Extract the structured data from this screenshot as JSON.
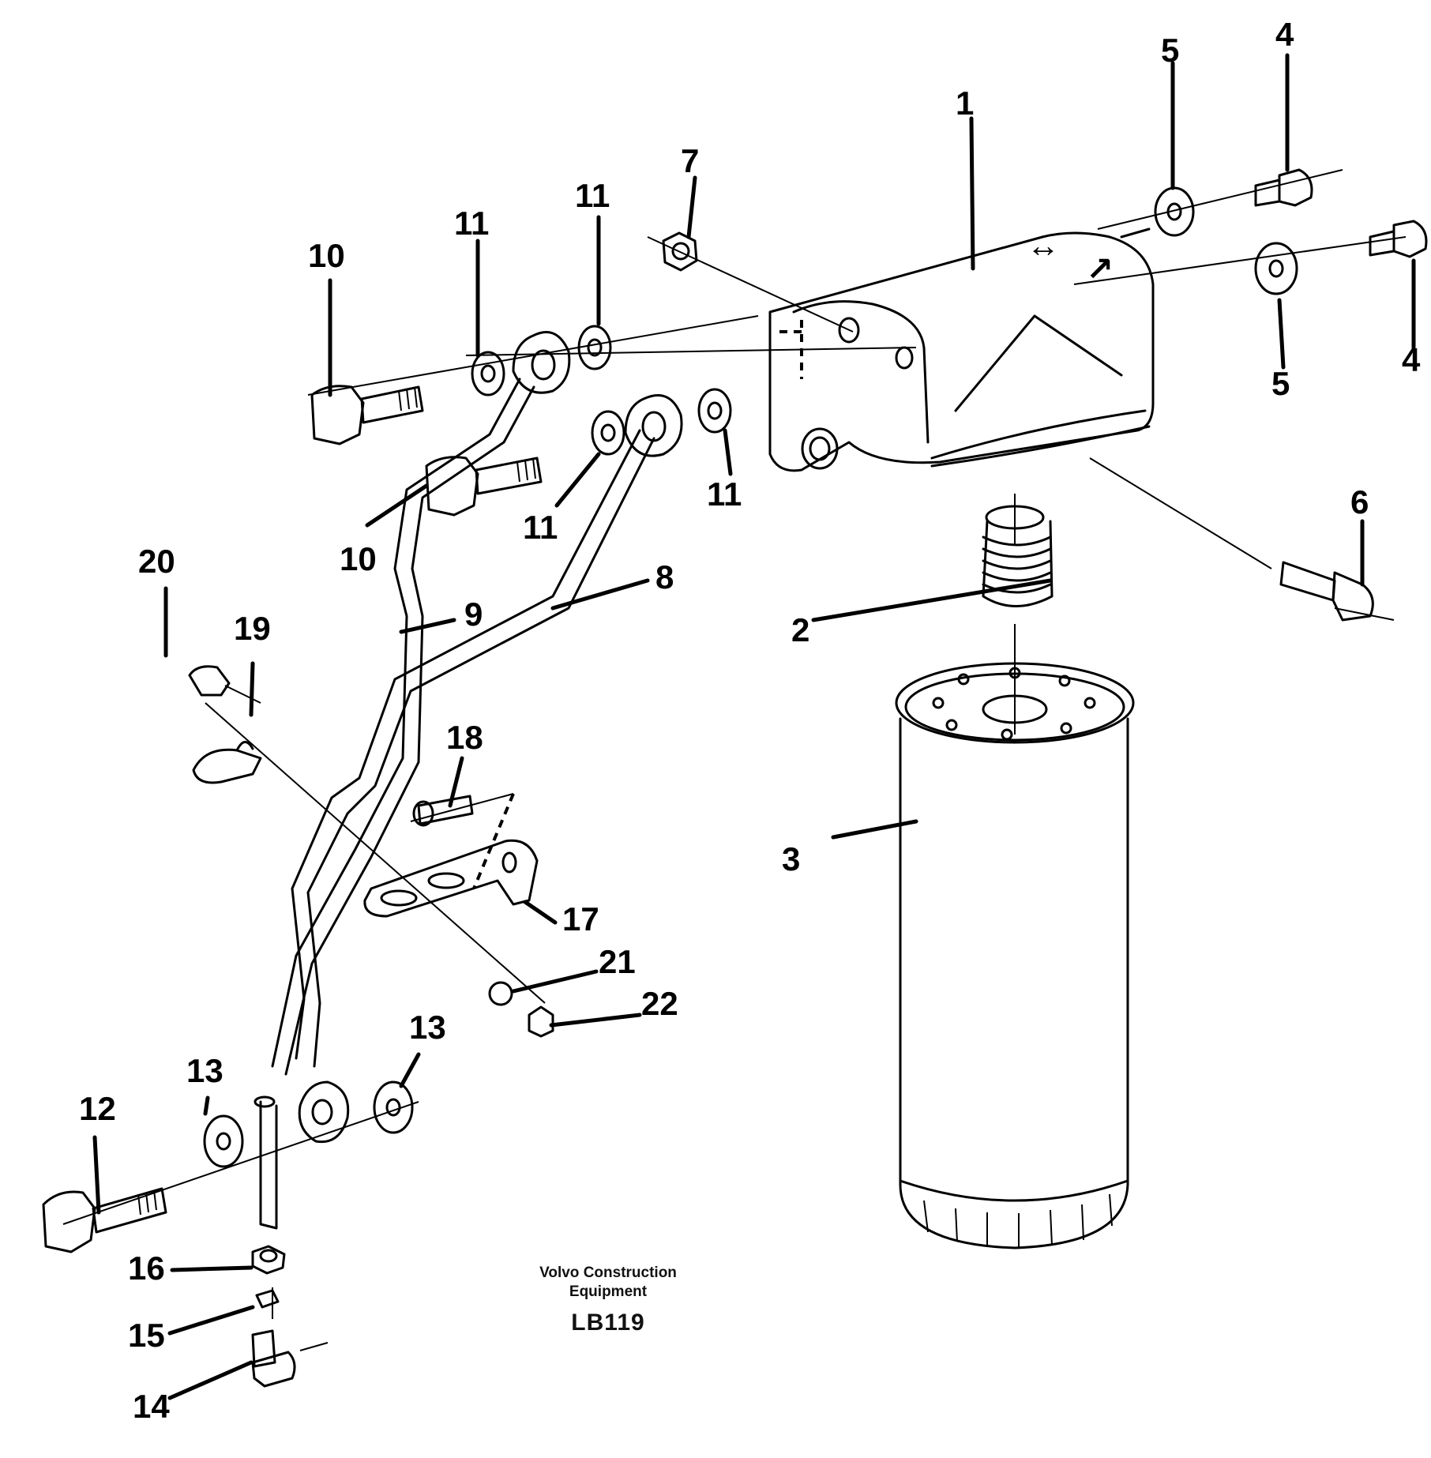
{
  "drawing": {
    "company_line1": "Volvo Construction",
    "company_line2": "Equipment",
    "code": "LB119"
  },
  "callouts": [
    {
      "id": "c1",
      "label": "1"
    },
    {
      "id": "c2",
      "label": "2"
    },
    {
      "id": "c3",
      "label": "3"
    },
    {
      "id": "c4a",
      "label": "4"
    },
    {
      "id": "c4b",
      "label": "4"
    },
    {
      "id": "c5a",
      "label": "5"
    },
    {
      "id": "c5b",
      "label": "5"
    },
    {
      "id": "c6",
      "label": "6"
    },
    {
      "id": "c7",
      "label": "7"
    },
    {
      "id": "c8",
      "label": "8"
    },
    {
      "id": "c9",
      "label": "9"
    },
    {
      "id": "c10a",
      "label": "10"
    },
    {
      "id": "c10b",
      "label": "10"
    },
    {
      "id": "c11a",
      "label": "11"
    },
    {
      "id": "c11b",
      "label": "11"
    },
    {
      "id": "c11c",
      "label": "11"
    },
    {
      "id": "c11d",
      "label": "11"
    },
    {
      "id": "c12",
      "label": "12"
    },
    {
      "id": "c13a",
      "label": "13"
    },
    {
      "id": "c13b",
      "label": "13"
    },
    {
      "id": "c14",
      "label": "14"
    },
    {
      "id": "c15",
      "label": "15"
    },
    {
      "id": "c16",
      "label": "16"
    },
    {
      "id": "c17",
      "label": "17"
    },
    {
      "id": "c18",
      "label": "18"
    },
    {
      "id": "c19",
      "label": "19"
    },
    {
      "id": "c20",
      "label": "20"
    },
    {
      "id": "c21",
      "label": "21"
    },
    {
      "id": "c22",
      "label": "22"
    }
  ]
}
